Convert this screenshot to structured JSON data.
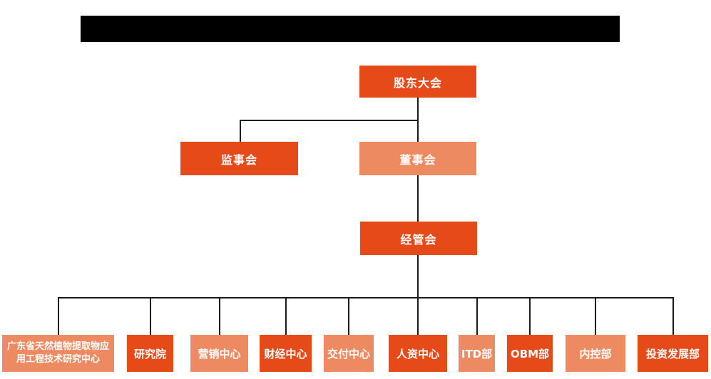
{
  "colors": {
    "primary": "#e64a19",
    "secondary": "#ee8a62",
    "line": "#1a1a1a",
    "background": "#ffffff",
    "redaction_bar": "#000000"
  },
  "org": {
    "root": {
      "label": "股东大会",
      "variant": "primary"
    },
    "level2": [
      {
        "label": "监事会",
        "variant": "primary"
      },
      {
        "label": "董事会",
        "variant": "secondary"
      }
    ],
    "level3": {
      "label": "经管会",
      "variant": "primary"
    },
    "departments": [
      {
        "label": "广东省天然植物提取物应用工程技术研究中心",
        "variant": "secondary"
      },
      {
        "label": "研究院",
        "variant": "primary"
      },
      {
        "label": "营销中心",
        "variant": "secondary"
      },
      {
        "label": "财经中心",
        "variant": "primary"
      },
      {
        "label": "交付中心",
        "variant": "secondary"
      },
      {
        "label": "人资中心",
        "variant": "primary"
      },
      {
        "label": "ITD部",
        "variant": "secondary"
      },
      {
        "label": "OBM部",
        "variant": "primary"
      },
      {
        "label": "内控部",
        "variant": "secondary"
      },
      {
        "label": "投资发展部",
        "variant": "primary"
      }
    ]
  }
}
